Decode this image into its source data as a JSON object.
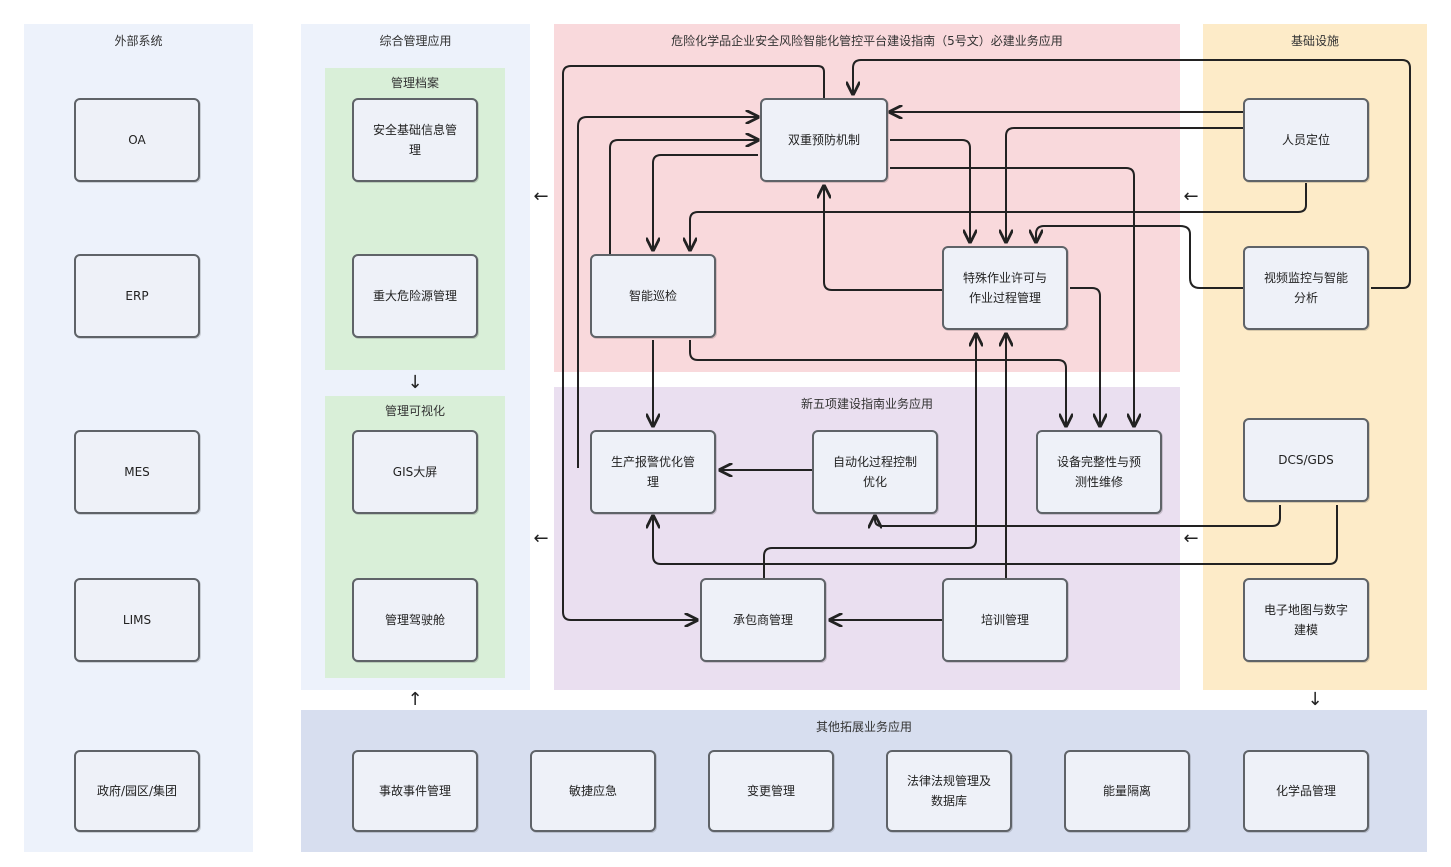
{
  "colors": {
    "external_bg": "#edf2fb",
    "integrated_bg": "#edf2fb",
    "mandatory_bg": "#f9d9dc",
    "fivenew_bg": "#eadff0",
    "infra_bg": "#fdebc8",
    "other_bg": "#d7deef",
    "green_bg": "#d9efd8",
    "node_bg": "#eef1f8",
    "node_border": "#5f6368",
    "arrow": "#222222"
  },
  "panels": {
    "external": {
      "title": "外部系统"
    },
    "integrated": {
      "title": "综合管理应用"
    },
    "mandatory": {
      "title": "危险化学品企业安全风险智能化管控平台建设指南（5号文）必建业务应用"
    },
    "infra": {
      "title": "基础设施"
    },
    "fivenew": {
      "title": "新五项建设指南业务应用"
    },
    "other": {
      "title": "其他拓展业务应用"
    },
    "archive": {
      "title": "管理档案"
    },
    "visual": {
      "title": "管理可视化"
    }
  },
  "nodes": {
    "oa": "OA",
    "erp": "ERP",
    "mes": "MES",
    "lims": "LIMS",
    "gov": "政府/园区/集团",
    "safety_info": "安全基础信息管理",
    "major_hazard": "重大危险源管理",
    "gis": "GIS大屏",
    "cockpit": "管理驾驶舱",
    "dual_prevention": "双重预防机制",
    "smart_patrol": "智能巡检",
    "special_work": "特殊作业许可与作业过程管理",
    "personnel_location": "人员定位",
    "video_monitor": "视频监控与智能分析",
    "alarm_optimize": "生产报警优化管理",
    "auto_control": "自动化过程控制优化",
    "equipment_integrity": "设备完整性与预测性维修",
    "contractor": "承包商管理",
    "training": "培训管理",
    "dcs_gds": "DCS/GDS",
    "emap": "电子地图与数字建模",
    "accident": "事故事件管理",
    "emergency": "敏捷应急",
    "change_mgmt": "变更管理",
    "law": "法律法规管理及数据库",
    "energy_isolation": "能量隔离",
    "chemical_mgmt": "化学品管理"
  },
  "arrows": {
    "left": "←",
    "down": "↓",
    "up": "↑"
  }
}
